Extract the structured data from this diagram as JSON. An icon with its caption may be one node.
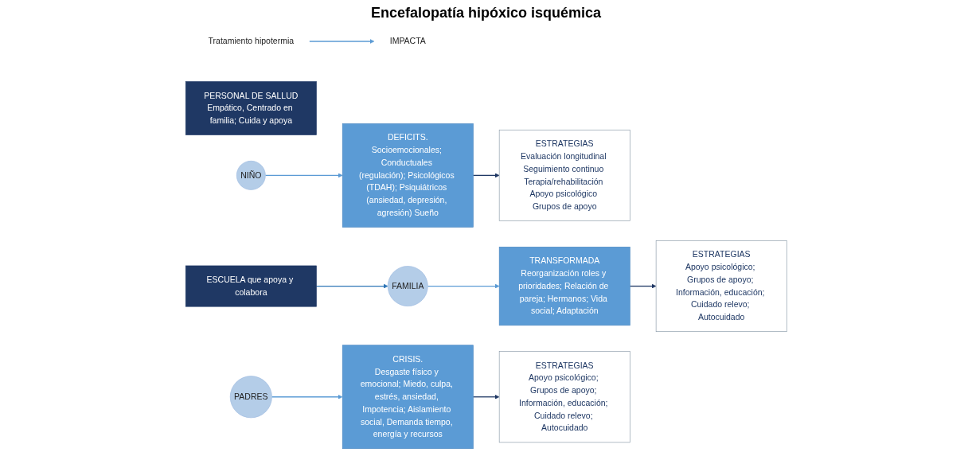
{
  "diagram": {
    "title": "Encefalopatía hipóxico isquémica",
    "nodes": [
      {
        "text": [
          "Tratamiento hipotermia"
        ]
      },
      {
        "text": [
          "IMPACTA"
        ]
      },
      {
        "text": [
          "PERSONAL DE SALLUD",
          "Empático, Centrado en familia; Cuida y apoya"
        ]
      },
      {
        "text": [
          "NIÑO"
        ]
      },
      {
        "text": [
          "FAMILIA"
        ]
      },
      {
        "text": [
          "PADRES"
        ]
      },
      {
        "text": [
          "DEFICITS.",
          "Socioemocionales; Conductuales (regulación); Psicológicos (TDAH); Psiquiátricos (ansiedad, depresión, agresión) Sueño"
        ]
      },
      {
        "text": [
          "ESTRATEGIAS",
          "Evaluación longitudinal Seguimiento continuo Terapia/rehabilitación Apoyo psicológico Grupos de apoyo"
        ]
      },
      {
        "text": [
          "ESTRATEGIAS",
          "Apoyo psicológico; Grupos de apoyo; Información, educación; Cuidado relevo; Autocuidado"
        ]
      },
      {
        "text": [
          "TRANSFORMADA",
          "Reorganización roles y prioridades; Relación de pareja; Hermanos; Vida social; Adaptación"
        ]
      },
      {
        "text": [
          "CRISIS.",
          "Desgaste físico y emocional; Miedo, culpa, estrés, ansiedad, Impotencia; Aislamiento social, Demanda tiempo, energía y recursos"
        ]
      },
      {
        "text": [
          "ESTRATEGIAS",
          "Apoyo psicológico; Grupos de apoyo; Información, educación; Cuidado relevo; Autocuidado"
        ]
      },
      {
        "text": [
          "ESCUELA que apoya y colabora"
        ]
      }
    ],
    "edges": [
      {
        "from": 0,
        "to": 1,
        "arrow": "to"
      },
      {
        "from": 3,
        "to": 6,
        "arrow": "to"
      },
      {
        "from": 6,
        "to": 7,
        "arrow": "to",
        "color": "#1f3864"
      },
      {
        "from": 4,
        "to": 9,
        "arrow": "to"
      },
      {
        "from": 9,
        "to": 8,
        "arrow": "to",
        "color": "#1f3864"
      },
      {
        "from": 5,
        "to": 10,
        "arrow": "to"
      },
      {
        "from": 10,
        "to": 11,
        "arrow": "to",
        "color": "#1f3864"
      },
      {
        "from": 12,
        "to": 4,
        "arrow": "to",
        "color": "#2e75b6"
      }
    ]
  }
}
